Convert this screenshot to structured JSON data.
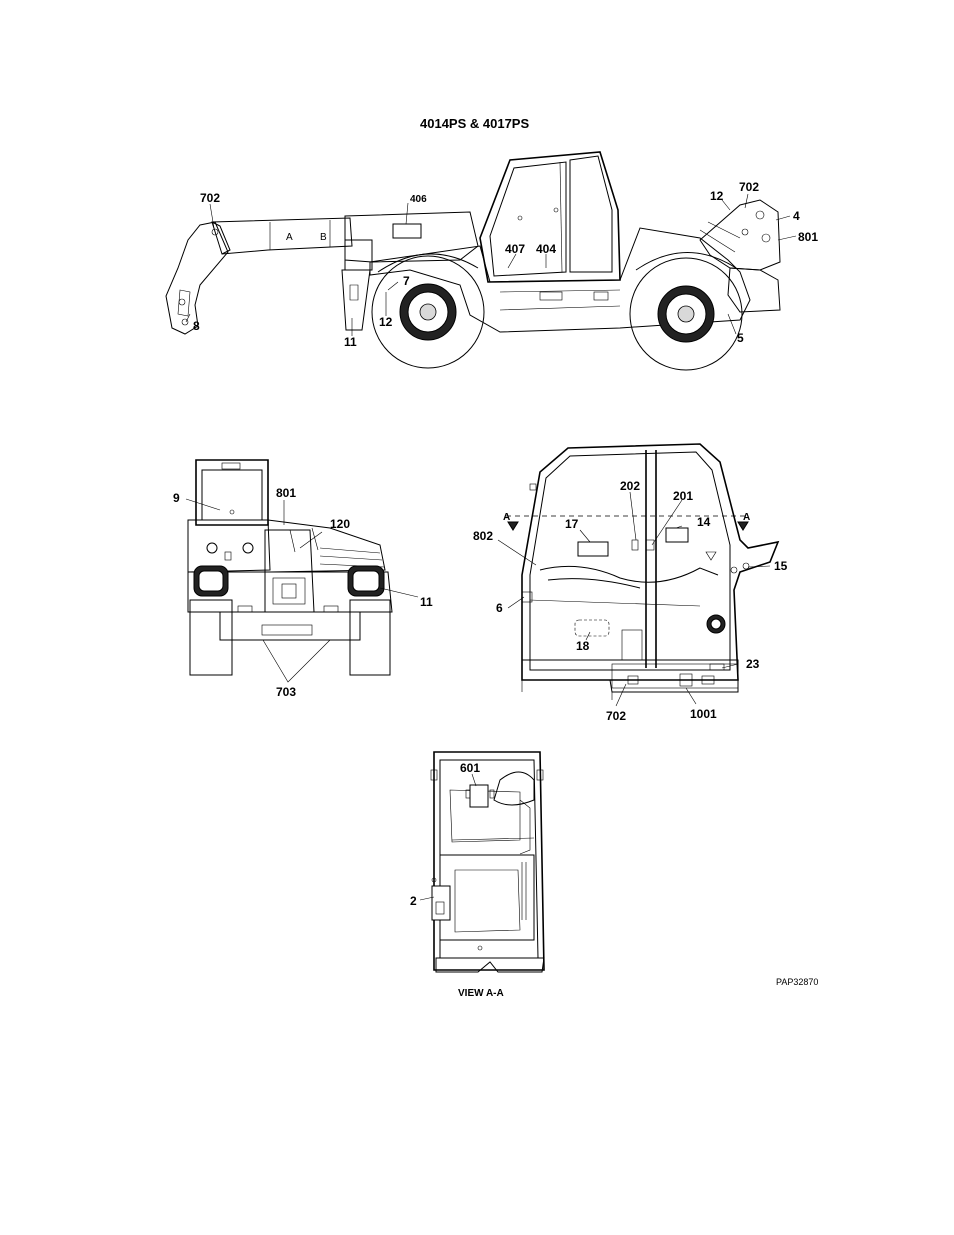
{
  "title": "4014PS & 4017PS",
  "figure_code": "PAP32870",
  "view_label": "VIEW A-A",
  "side_view": {
    "callouts": {
      "c702_left": "702",
      "c406": "406",
      "cA": "A",
      "cB": "B",
      "c407": "407",
      "c404": "404",
      "c12_right": "12",
      "c702_right": "702",
      "c4": "4",
      "c801": "801",
      "c7": "7",
      "c12_left": "12",
      "c11": "11",
      "c8": "8",
      "c5": "5"
    }
  },
  "rear_view": {
    "callouts": {
      "c9": "9",
      "c801": "801",
      "c120": "120",
      "c11": "11",
      "c703": "703"
    }
  },
  "cab_view": {
    "callouts": {
      "c202": "202",
      "c201": "201",
      "cA_left": "A",
      "cA_right": "A",
      "c17": "17",
      "c14": "14",
      "c802": "802",
      "c15": "15",
      "c6": "6",
      "c18": "18",
      "c23": "23",
      "c702": "702",
      "c1001": "1001"
    }
  },
  "section_view": {
    "callouts": {
      "c601": "601",
      "c2": "2"
    }
  }
}
